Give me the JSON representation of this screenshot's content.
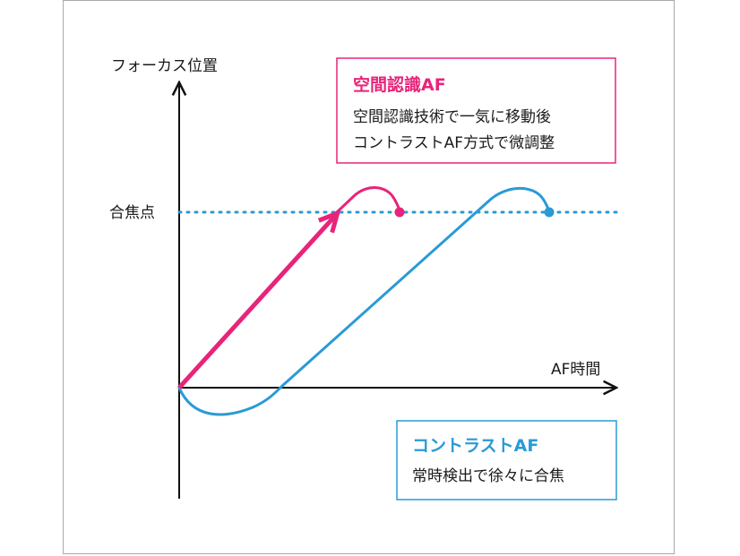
{
  "axes": {
    "y_label": "フォーカス位置",
    "x_label": "AF時間",
    "focus_point_label": "合焦点"
  },
  "legend_spatial": {
    "title": "空間認識AF",
    "line1": "空間認識技術で一気に移動後",
    "line2": "コントラストAF方式で微調整"
  },
  "legend_contrast": {
    "title": "コントラストAF",
    "line1": "常時検出で徐々に合焦"
  },
  "colors": {
    "spatial": "#e8247a",
    "contrast": "#2a9ad6",
    "axis": "#111111",
    "frame": "#a9a9a9"
  }
}
